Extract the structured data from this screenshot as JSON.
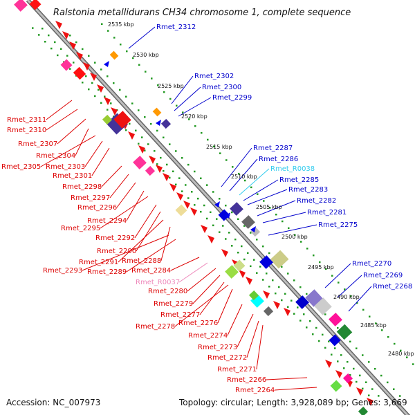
{
  "title": "Ralstonia metallidurans CH34 chromosome 1, complete sequence",
  "footer": {
    "accession": "Accession: NC_007973",
    "summary": "Topology: circular; Length: 3,928,089 bp; Genes: 3,669"
  },
  "colors": {
    "forward_label": "#0000cc",
    "reverse_label": "#dd0000",
    "rna_forward_label": "#33ccee",
    "rna_reverse_label": "#ee88bb",
    "backbone": "#999999",
    "tick_dots": "#229922"
  },
  "kbp_ticks": [
    "2535 kbp",
    "2530 kbp",
    "2525 kbp",
    "2520 kbp",
    "2515 kbp",
    "2510 kbp",
    "2505 kbp",
    "2500 kbp",
    "2495 kbp",
    "2490 kbp",
    "2485 kbp",
    "2480 kbp"
  ],
  "forward_labels": [
    "Rmet_2312",
    "Rmet_2302",
    "Rmet_2300",
    "Rmet_2299",
    "Rmet_2287",
    "Rmet_2286",
    "Rmet_R0038",
    "Rmet_2285",
    "Rmet_2283",
    "Rmet_2282",
    "Rmet_2281",
    "Rmet_2275",
    "Rmet_2270",
    "Rmet_2269",
    "Rmet_2268"
  ],
  "reverse_labels": [
    "Rmet_2311",
    "Rmet_2310",
    "Rmet_2307",
    "Rmet_2304",
    "Rmet_2305",
    "Rmet_2303",
    "Rmet_2301",
    "Rmet_2298",
    "Rmet_2297",
    "Rmet_2296",
    "Rmet_2294",
    "Rmet_2295",
    "Rmet_2292",
    "Rmet_2290",
    "Rmet_2291",
    "Rmet_2288",
    "Rmet_2293",
    "Rmet_2289",
    "Rmet_2284",
    "Rmet_R0037",
    "Rmet_2280",
    "Rmet_2279",
    "Rmet_2277",
    "Rmet_2278",
    "Rmet_2276",
    "Rmet_2274",
    "Rmet_2273",
    "Rmet_2272",
    "Rmet_2271",
    "Rmet_2266",
    "Rmet_2264"
  ]
}
